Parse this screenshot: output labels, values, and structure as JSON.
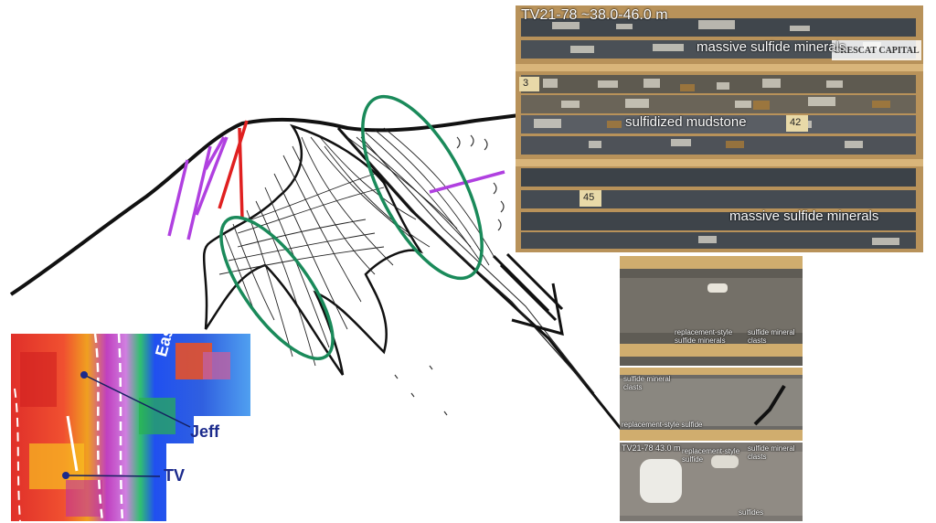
{
  "core_box_top": {
    "title": "TV21-78 ~38.0-46.0 m",
    "logo_text": "CRESCAT CAPITAL",
    "labels": [
      "massive sulfide minerals",
      "sulfidized mudstone",
      "massive sulfide minerals"
    ],
    "box_tags": [
      "3",
      "42",
      "45"
    ]
  },
  "core_panel_1": {
    "labels": [
      "replacement-style sulfide minerals",
      "sulfide mineral clasts"
    ]
  },
  "core_panel_2": {
    "labels": [
      "sulfide mineral clasts",
      "replacement-style sulfide"
    ]
  },
  "core_panel_3": {
    "title": "TV21-78 43.0 m",
    "labels": [
      "replacement-style sulfide",
      "sulfide mineral clasts",
      "sulfides"
    ]
  },
  "map_inset": {
    "labels": [
      "Jeff",
      "TV",
      "East"
    ]
  },
  "colors": {
    "green_ellipse": "#1a8a5a",
    "purple_lines": "#b040e0",
    "red_lines": "#e02020",
    "map_label": "#1b2a8c"
  }
}
